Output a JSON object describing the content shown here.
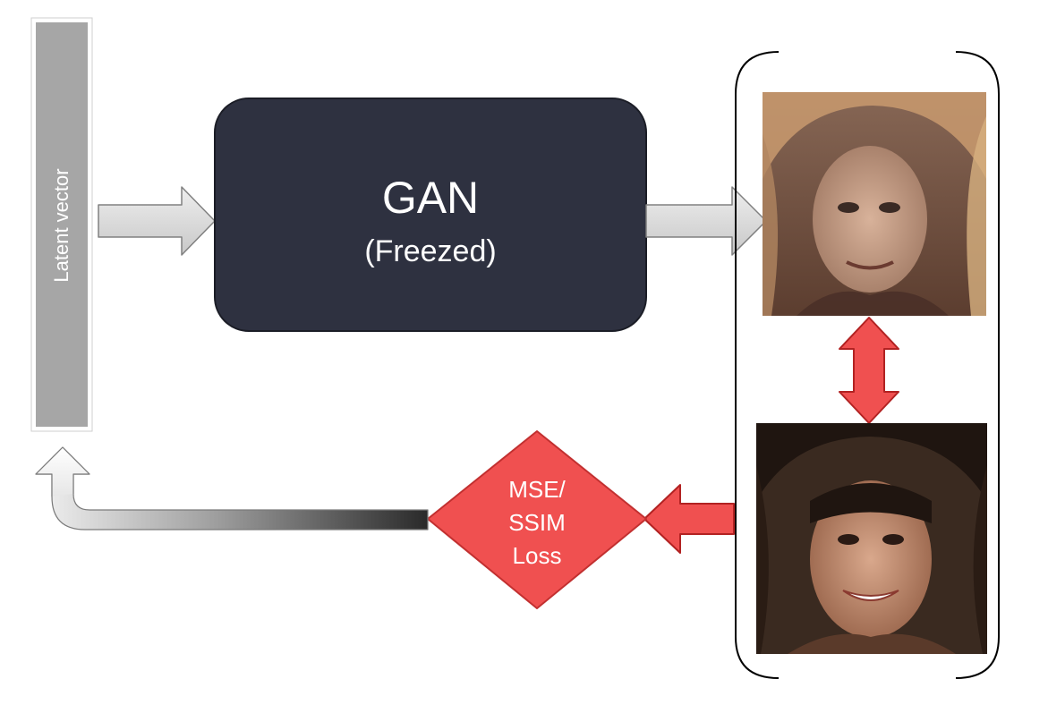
{
  "latent": {
    "label": "Latent vector"
  },
  "gan": {
    "title": "GAN",
    "subtitle": "(Freezed)"
  },
  "loss": {
    "lines": [
      "MSE/",
      "SSIM",
      "Loss"
    ]
  },
  "images": {
    "generated": "generated face image",
    "target": "target face image"
  },
  "colors": {
    "gan_box": "#2e3140",
    "latent_bar": "#a6a6a6",
    "loss_red": "#f05050",
    "arrow_gray": "#d9d9d9"
  }
}
